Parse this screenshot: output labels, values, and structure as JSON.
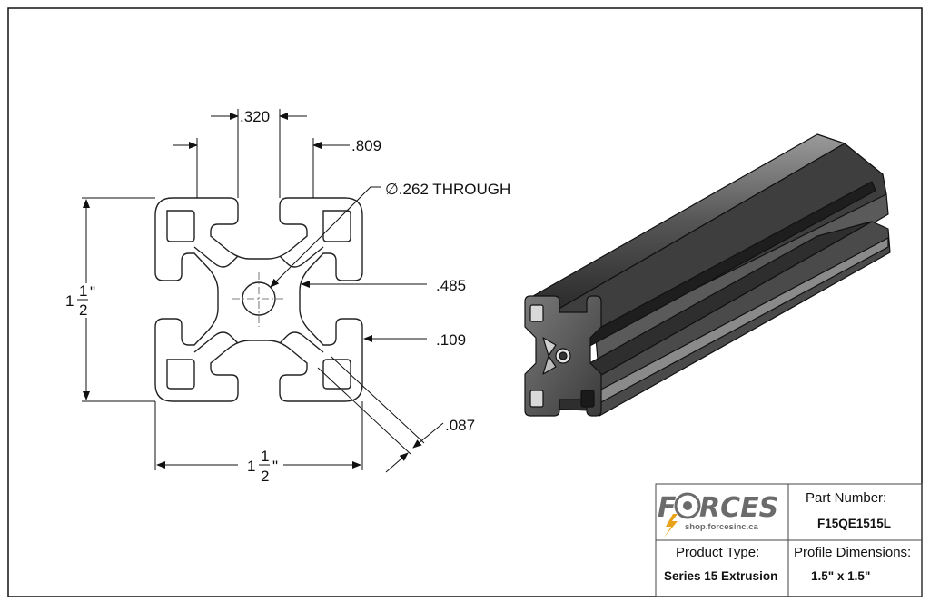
{
  "dimensions": {
    "slot_width": ".320",
    "slot_span": ".809",
    "hole": "∅.262 THROUGH",
    "core_offset": ".485",
    "wall": ".109",
    "lip": ".087",
    "height_whole": "1",
    "height_num": "1",
    "height_den": "2",
    "height_unit": "\"",
    "width_whole": "1",
    "width_num": "1",
    "width_den": "2",
    "width_unit": "\""
  },
  "title_block": {
    "logo_text": "FORCES",
    "logo_url": "shop.forcesinc.ca",
    "part_number_label": "Part Number:",
    "part_number": "F15QE1515L",
    "product_type_label": "Product Type:",
    "product_type": "Series 15 Extrusion",
    "profile_dims_label": "Profile Dimensions:",
    "profile_dims": "1.5\" x 1.5\""
  },
  "colors": {
    "line": "#111111",
    "logo_gray": "#6b6b6b",
    "logo_orange": "#e8a21a",
    "extrusion_dark": "#2c2c2c",
    "extrusion_mid": "#5a5a5a",
    "extrusion_light": "#8d8d8d"
  }
}
